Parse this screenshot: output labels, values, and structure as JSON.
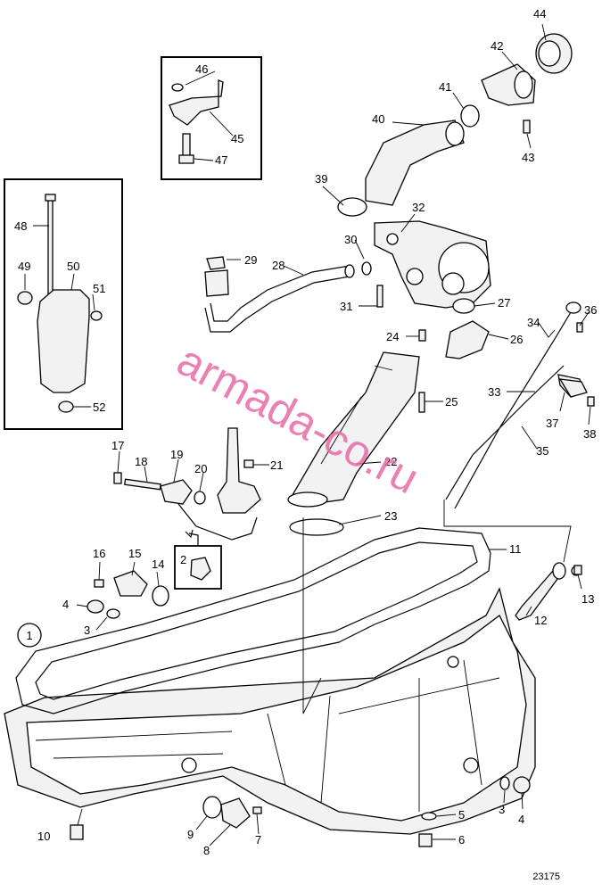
{
  "watermark": "armada-co.ru",
  "reference_number": "23175",
  "group_marker": "1",
  "callouts": [
    "2",
    "3",
    "3",
    "4",
    "4",
    "5",
    "6",
    "7",
    "8",
    "9",
    "10",
    "11",
    "12",
    "13",
    "14",
    "15",
    "16",
    "17",
    "18",
    "19",
    "20",
    "21",
    "22",
    "23",
    "24",
    "25",
    "26",
    "27",
    "28",
    "29",
    "30",
    "31",
    "32",
    "33",
    "34",
    "35",
    "36",
    "37",
    "38",
    "39",
    "40",
    "41",
    "42",
    "43",
    "44",
    "45",
    "46",
    "47",
    "48",
    "49",
    "50",
    "51",
    "52"
  ],
  "colors": {
    "watermark": "#e86aa6",
    "ink": "#000000",
    "part_fill": "#f2f2f2"
  }
}
